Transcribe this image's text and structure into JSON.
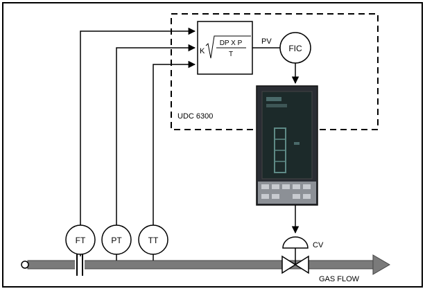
{
  "formula": {
    "k": "K",
    "numerator": "DP X P",
    "denominator": "T"
  },
  "labels": {
    "pv": "PV",
    "fic": "FIC",
    "udc": "UDC 6300",
    "cv": "CV",
    "gas_flow": "GAS FLOW"
  },
  "transmitters": [
    {
      "label": "FT"
    },
    {
      "label": "PT"
    },
    {
      "label": "TT"
    }
  ],
  "colors": {
    "pipe": "#7a7a7a",
    "controller_body": "#2a2d33",
    "controller_screen": "#1c2a2a",
    "keypad": "#8c9096"
  }
}
